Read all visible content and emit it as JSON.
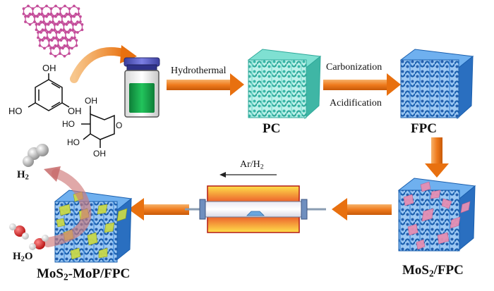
{
  "steps": {
    "step1": "Hydrothermal",
    "step2a": "Carbonization",
    "step2b": "Acidification",
    "step3": "Ar/H"
  },
  "products": {
    "pc": "PC",
    "fpc": "FPC",
    "mos2_prefix": "MoS",
    "mos2_suffix": "/FPC",
    "final_a": "MoS",
    "final_b": "-MoP/FPC"
  },
  "molecules": {
    "oh": "OH",
    "ho": "HO",
    "h": "H",
    "h2o_o": "O",
    "sub2": "2"
  },
  "colors": {
    "arrow_orange": "#ee7a1c",
    "pc_cyan": "#5cd2c2",
    "fpc_blue": "#2f7fd6",
    "mos2_pink": "#e58fb3",
    "mop_yellow": "#c8d84a",
    "graphene_pink": "#c44d9a",
    "reactor_green": "#15a64a",
    "reactor_lid": "#5b5fc8",
    "furnace_red": "#e3261f",
    "furnace_yellow": "#ffd23b"
  }
}
